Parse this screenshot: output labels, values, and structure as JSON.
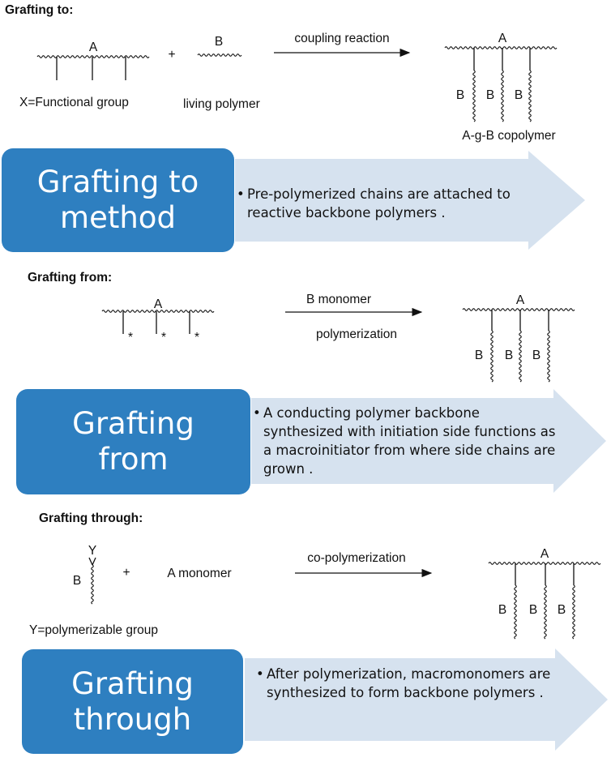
{
  "sections": [
    {
      "heading": "Grafting to:",
      "backbone_label_left": "A",
      "plus": "+",
      "reagent_b_label": "B",
      "note_left": "X=Functional group",
      "note_right": "living polymer",
      "arrow_label_top": "coupling reaction",
      "product_backbone_label": "A",
      "product_branch_labels": [
        "B",
        "B",
        "B"
      ],
      "product_caption": "A-g-B copolymer",
      "box_title": "Grafting to method",
      "bullet": "•",
      "description": "Pre-polymerized chains are attached to reactive backbone polymers ."
    },
    {
      "heading": "Grafting from:",
      "backbone_label_left": "A",
      "initiator_marks": [
        "*",
        "*",
        "*"
      ],
      "arrow_label_top": "B monomer",
      "arrow_label_bottom": "polymerization",
      "product_backbone_label": "A",
      "product_branch_labels": [
        "B",
        "B",
        "B"
      ],
      "box_title": "Grafting from",
      "bullet": "•",
      "description": "A conducting polymer backbone synthesized with initiation side functions as a macroinitiator from where side chains are grown ."
    },
    {
      "heading": "Grafting through:",
      "macromonomer_top_label": "Y",
      "macromonomer_chain_label": "B",
      "plus": "+",
      "reagent_label": "A monomer",
      "note_left": "Y=polymerizable group",
      "arrow_label_top": "co-polymerization",
      "product_backbone_label": "A",
      "product_branch_labels": [
        "B",
        "B",
        "B"
      ],
      "box_title": "Grafting through",
      "bullet": "•",
      "description": "After polymerization, macromonomers are synthesized to form backbone polymers ."
    }
  ],
  "colors": {
    "box_fill": "#2e7fc0",
    "box_text": "#ffffff",
    "arrow_fill": "#d6e2ef",
    "ink": "#111111"
  }
}
